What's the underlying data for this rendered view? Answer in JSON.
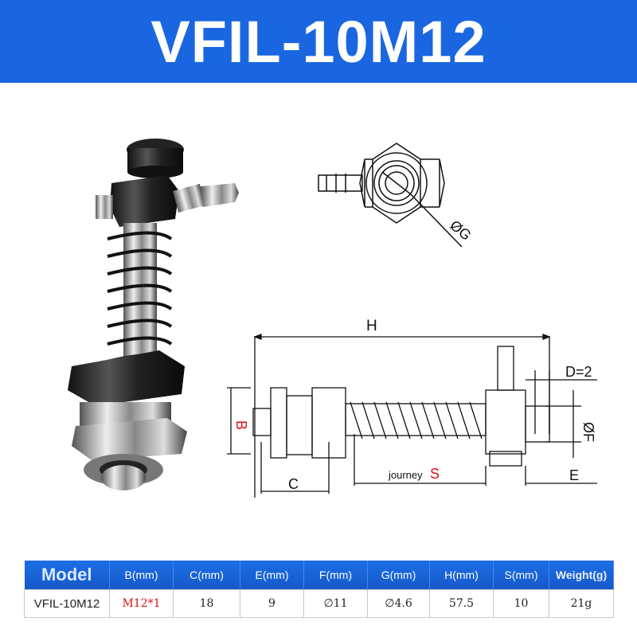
{
  "title": "VFIL-10M12",
  "top_view": {
    "label_g": "ØG"
  },
  "side_view": {
    "label_h": "H",
    "label_d": "D=2",
    "label_f": "ØF",
    "label_b": "B",
    "label_c": "C",
    "label_e": "E",
    "label_journey": "journey",
    "label_s": "S"
  },
  "table": {
    "headers": [
      "Model",
      "B(mm)",
      "C(mm)",
      "E(mm)",
      "F(mm)",
      "G(mm)",
      "H(mm)",
      "S(mm)",
      "Weight(g)"
    ],
    "row": [
      "VFIL-10M12",
      "M12*1",
      "18",
      "9",
      "∅11",
      "∅4.6",
      "57.5",
      "10",
      "21g"
    ]
  },
  "colors": {
    "banner": "#1a66e0",
    "accent_red": "#d11111"
  }
}
